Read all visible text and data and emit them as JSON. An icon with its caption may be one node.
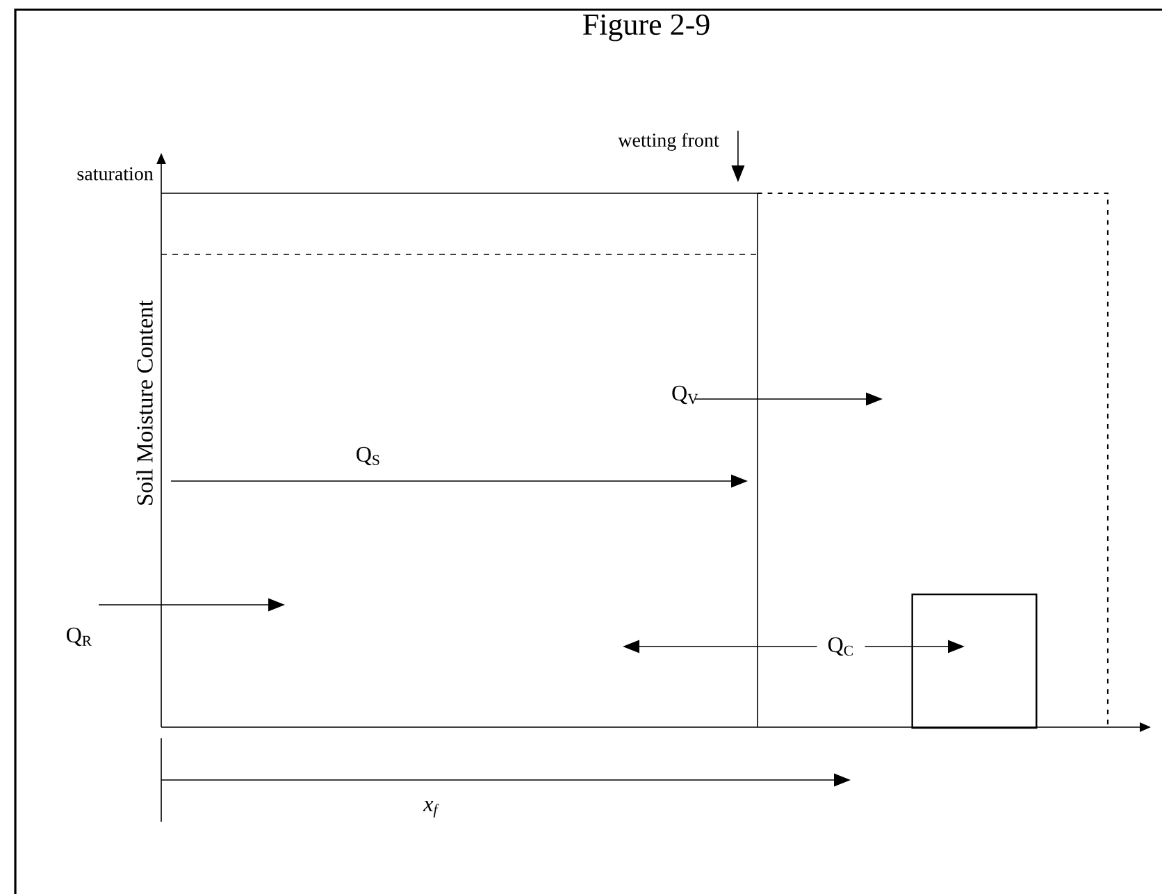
{
  "diagram": {
    "title": "Figure 2-9",
    "nodes": [
      {
        "text": [
          "wetting front"
        ]
      },
      {
        "text": [
          "Q$_{C}$"
        ]
      },
      {
        "text": [],
        "shape": "box"
      }
    ],
    "edges": [
      {
        "from": 0,
        "to": null,
        "arrow": "to"
      },
      {
        "from": 1,
        "to": null,
        "arrow": "to"
      },
      {
        "from": 1,
        "to": 2,
        "arrow": "to"
      }
    ],
    "labels": [
      "saturation",
      "Soil Moisture Content",
      "Q$_{V}$",
      "Q$_{S}$",
      "Q$_{R}$",
      "x$_{f}$"
    ]
  }
}
